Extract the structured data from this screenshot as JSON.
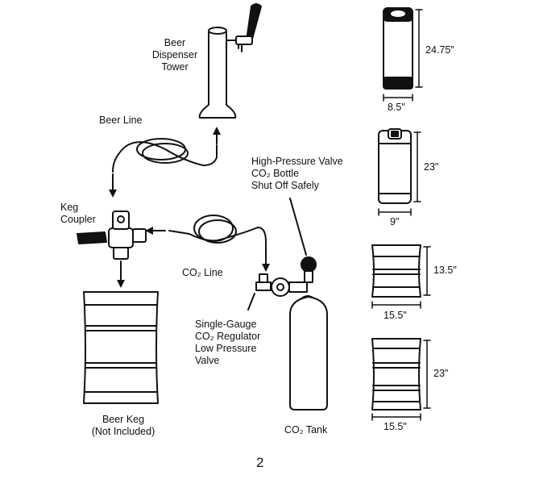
{
  "labels": {
    "beer_dispenser_tower": "Beer\nDispenser\nTower",
    "beer_line": "Beer Line",
    "keg_coupler": "Keg\nCoupler",
    "co2_line": "CO₂ Line",
    "high_pressure_valve": "High-Pressure Valve\nCO₂ Bottle\nShut Off Safely",
    "single_gauge_regulator": "Single-Gauge\nCO₂ Regulator\nLow Pressure\nValve",
    "beer_keg": "Beer Keg\n(Not Included)",
    "co2_tank": "CO₂ Tank"
  },
  "keg_sizes": [
    {
      "height": "24.75\"",
      "width": "8.5\""
    },
    {
      "height": "23\"",
      "width": "9\""
    },
    {
      "height": "13.5\"",
      "width": "15.5\""
    },
    {
      "height": "23\"",
      "width": "15.5\""
    }
  ],
  "page_number": "2"
}
